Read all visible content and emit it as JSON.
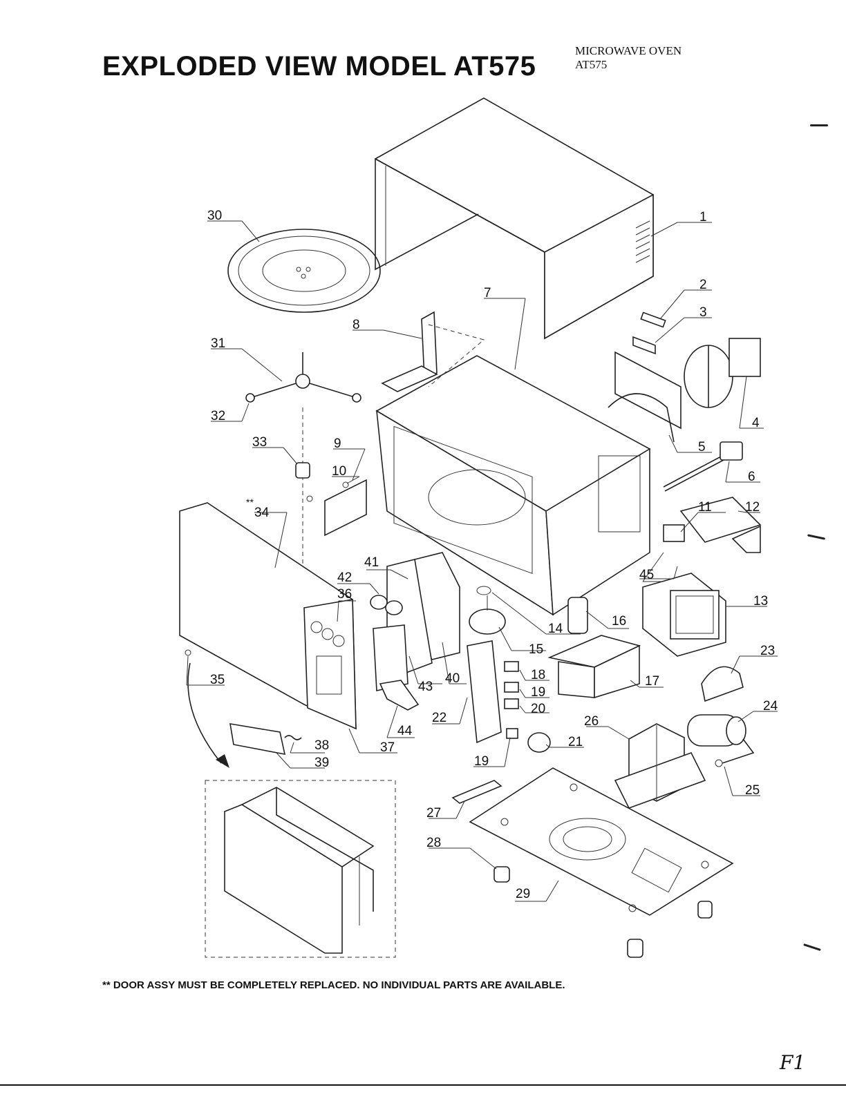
{
  "header": {
    "title": "EXPLODED VIEW MODEL AT575",
    "subtitle_line1": "MICROWAVE OVEN",
    "subtitle_line2": "AT575"
  },
  "footnote": "** DOOR ASSY MUST BE COMPLETELY REPLACED. NO INDIVIDUAL PARTS ARE AVAILABLE.",
  "page_ref": "F1",
  "callouts": {
    "c1": "1",
    "c2": "2",
    "c3": "3",
    "c4": "4",
    "c5": "5",
    "c6": "6",
    "c7": "7",
    "c8": "8",
    "c9": "9",
    "c10": "10",
    "c11": "11",
    "c12": "12",
    "c13": "13",
    "c14": "14",
    "c15": "15",
    "c16": "16",
    "c17": "17",
    "c18": "18",
    "c19a": "19",
    "c19b": "19",
    "c20": "20",
    "c21": "21",
    "c22": "22",
    "c23": "23",
    "c24": "24",
    "c25": "25",
    "c26": "26",
    "c27": "27",
    "c28": "28",
    "c29": "29",
    "c30": "30",
    "c31": "31",
    "c32": "32",
    "c33": "33",
    "c34_mark": "**",
    "c34": "34",
    "c35": "35",
    "c36": "36",
    "c37": "37",
    "c38": "38",
    "c39": "39",
    "c40": "40",
    "c41": "41",
    "c42": "42",
    "c43": "43",
    "c44": "44",
    "c45": "45"
  }
}
